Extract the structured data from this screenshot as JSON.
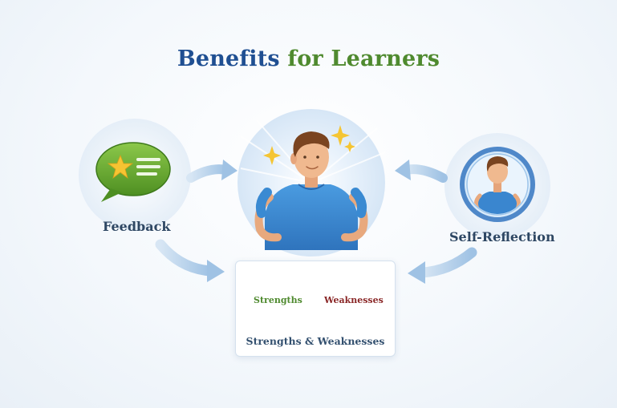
{
  "title": {
    "part1": "Benefits",
    "part2": "for Learners"
  },
  "nodes": {
    "feedback": {
      "label": "Feedback"
    },
    "self_reflection": {
      "label": "Self-Reflection"
    },
    "strengths_weaknesses": {
      "caption": "Strengths & Weaknesses",
      "left_pan": "Strengths",
      "right_pan": "Weaknesses"
    }
  },
  "icons": [
    "speech-bubble-star-icon",
    "learner-figure-icon",
    "mirror-reflection-icon",
    "balance-scale-icon",
    "sparkle-icon"
  ],
  "colors": {
    "title_blue": "#1f4f92",
    "title_green": "#4f8a2f",
    "strengths_green": "#4f8a2f",
    "weaknesses_red": "#8a2727",
    "arrow_blue": "#a9c8e6",
    "shirt_blue": "#3a8ad2",
    "scale_gold": "#d9a520"
  }
}
